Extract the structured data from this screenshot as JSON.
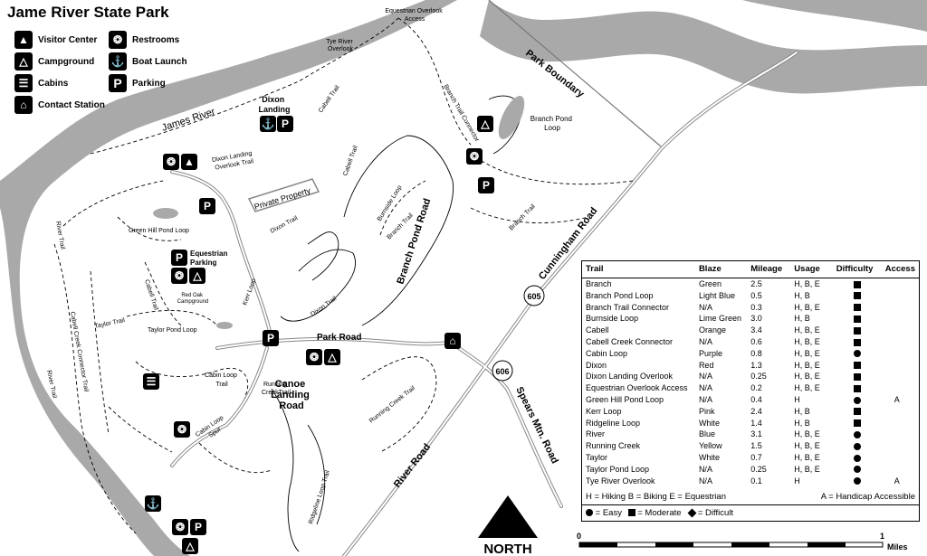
{
  "title": "Jame River State Park",
  "legend": {
    "items": [
      {
        "icon": "visitor-center-icon",
        "label": "Visitor Center"
      },
      {
        "icon": "restrooms-icon",
        "label": "Restrooms"
      },
      {
        "icon": "campground-icon",
        "label": "Campground"
      },
      {
        "icon": "boat-launch-icon",
        "label": "Boat Launch"
      },
      {
        "icon": "cabins-icon",
        "label": "Cabins"
      },
      {
        "icon": "parking-icon",
        "label": "Parking"
      },
      {
        "icon": "contact-station-icon",
        "label": "Contact Station"
      }
    ]
  },
  "map_labels": {
    "james_river": "James River",
    "park_boundary": "Park Boundary",
    "cunningham_road": "Cunningham Road",
    "route_605": "605",
    "route_606": "606",
    "spears_mtn_road": "Spears Mtn. Road",
    "river_road": "River Road",
    "branch_pond_road": "Branch Pond Road",
    "park_road": "Park Road",
    "canoe_landing_road": [
      "Canoe",
      "Landing",
      "Road"
    ],
    "private_property": "Private Property",
    "equestrian_overlook_access": [
      "Equestrian Overlook",
      "Access"
    ],
    "tye_river_overlook": [
      "Tye River",
      "Overlook"
    ],
    "dixon_landing": [
      "Dixon",
      "Landing"
    ],
    "cabell_trail_1": "Cabell Trail",
    "cabell_trail_2": "Cabell Trail",
    "cabell_trail_3": "Cabell Trail",
    "branch_trail_connector": "Branch Trail Connector",
    "branch_pond_loop": [
      "Branch Pond",
      "Loop"
    ],
    "dixon_landing_overlook_trail": [
      "Dixon Landing",
      "Overlook Trail"
    ],
    "dixon_trail_1": "Dixon Trail",
    "dixon_trail_2": "Dixon Trail",
    "burnside_loop": "Burnside Loop",
    "branch_trail_1": "Branch Trail",
    "branch_trail_2": "Branch Trail",
    "green_hill_pond_loop": "Green Hill Pond Loop",
    "equestrian_parking": [
      "Equestrian",
      "Parking"
    ],
    "red_oak_campground": [
      "Red Oak",
      "Campground"
    ],
    "kerr_loop": "Kerr Loop",
    "river_trail_1": "River Trail",
    "river_trail_2": "River Trail",
    "cabell_creek_connector_trail": "Cabell Creek Connector Trail",
    "taylor_trail": "Taylor Trail",
    "taylor_pond_loop": "Taylor Pond Loop",
    "cabin_loop_trail": [
      "Cabin Loop",
      "Trail"
    ],
    "running_creek_trail_1": [
      "Running",
      "CreekTrail"
    ],
    "running_creek_trail_2": "Running Creek Trail",
    "cabin_loop_spur": [
      "Cabin Loop",
      "Spur"
    ],
    "ridgeline_loop_trail": "Ridgeline Loop Trail",
    "north": "NORTH"
  },
  "scale": {
    "start": "0",
    "end": "1",
    "unit": "Miles"
  },
  "trail_table": {
    "headers": [
      "Trail",
      "Blaze",
      "Mileage",
      "Usage",
      "Difficulty",
      "Access"
    ],
    "rows": [
      {
        "trail": "Branch",
        "blaze": "Green",
        "mileage": "2.5",
        "usage": "H, B, E",
        "difficulty": "moderate",
        "access": ""
      },
      {
        "trail": "Branch Pond Loop",
        "blaze": "Light Blue",
        "mileage": "0.5",
        "usage": "H, B",
        "difficulty": "moderate",
        "access": ""
      },
      {
        "trail": "Branch Trail Connector",
        "blaze": "N/A",
        "mileage": "0.3",
        "usage": "H, B, E",
        "difficulty": "moderate",
        "access": ""
      },
      {
        "trail": "Burnside Loop",
        "blaze": "Lime Green",
        "mileage": "3.0",
        "usage": "H, B",
        "difficulty": "moderate",
        "access": ""
      },
      {
        "trail": "Cabell",
        "blaze": "Orange",
        "mileage": "3.4",
        "usage": "H, B, E",
        "difficulty": "moderate",
        "access": ""
      },
      {
        "trail": "Cabell Creek Connector",
        "blaze": "N/A",
        "mileage": "0.6",
        "usage": "H, B, E",
        "difficulty": "moderate",
        "access": ""
      },
      {
        "trail": "Cabin Loop",
        "blaze": "Purple",
        "mileage": "0.8",
        "usage": "H, B, E",
        "difficulty": "easy",
        "access": ""
      },
      {
        "trail": "Dixon",
        "blaze": "Red",
        "mileage": "1.3",
        "usage": "H, B, E",
        "difficulty": "moderate",
        "access": ""
      },
      {
        "trail": "Dixon Landing Overlook",
        "blaze": "N/A",
        "mileage": "0.25",
        "usage": "H, B, E",
        "difficulty": "moderate",
        "access": ""
      },
      {
        "trail": "Equestrian Overlook Access",
        "blaze": "N/A",
        "mileage": "0.2",
        "usage": "H, B, E",
        "difficulty": "moderate",
        "access": ""
      },
      {
        "trail": "Green Hill Pond Loop",
        "blaze": "N/A",
        "mileage": "0.4",
        "usage": "H",
        "difficulty": "easy",
        "access": "A"
      },
      {
        "trail": "Kerr Loop",
        "blaze": "Pink",
        "mileage": "2.4",
        "usage": "H, B",
        "difficulty": "moderate",
        "access": ""
      },
      {
        "trail": "Ridgeline Loop",
        "blaze": "White",
        "mileage": "1.4",
        "usage": "H, B",
        "difficulty": "moderate",
        "access": ""
      },
      {
        "trail": "River",
        "blaze": "Blue",
        "mileage": "3.1",
        "usage": "H, B, E",
        "difficulty": "easy",
        "access": ""
      },
      {
        "trail": "Running Creek",
        "blaze": "Yellow",
        "mileage": "1.5",
        "usage": "H, B, E",
        "difficulty": "easy",
        "access": ""
      },
      {
        "trail": "Taylor",
        "blaze": "White",
        "mileage": "0.7",
        "usage": "H, B, E",
        "difficulty": "easy",
        "access": ""
      },
      {
        "trail": "Taylor Pond Loop",
        "blaze": "N/A",
        "mileage": "0.25",
        "usage": "H, B, E",
        "difficulty": "easy",
        "access": ""
      },
      {
        "trail": "Tye River Overlook",
        "blaze": "N/A",
        "mileage": "0.1",
        "usage": "H",
        "difficulty": "easy",
        "access": "A"
      }
    ],
    "usage_key": "H = Hiking  B = Biking  E = Equestrian",
    "access_key": "A = Handicap Accessible",
    "difficulty_key": {
      "easy": "= Easy",
      "moderate": "= Moderate",
      "difficult": "= Difficult"
    }
  }
}
